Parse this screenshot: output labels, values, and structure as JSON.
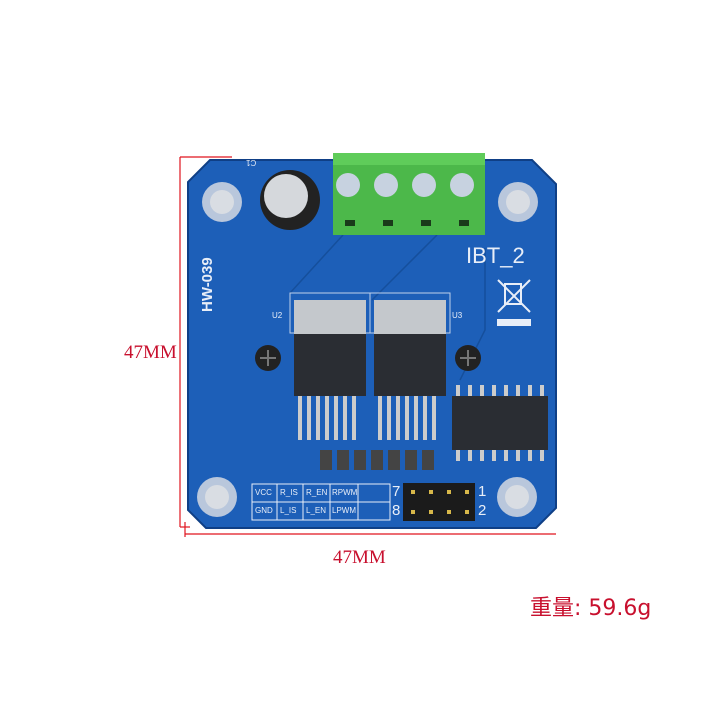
{
  "dimensions": {
    "height_label": "47MM",
    "width_label": "47MM"
  },
  "weight": {
    "label": "重量:",
    "value": "59.6g"
  },
  "board": {
    "model": "HW-039",
    "name": "IBT_2",
    "chip_labels": [
      "U2",
      "U3"
    ],
    "capacitor_label": "C1",
    "pin_table": [
      [
        "VCC",
        "R_IS",
        "R_EN",
        "RPWM"
      ],
      [
        "GND",
        "L_IS",
        "L_EN",
        "LPWM"
      ]
    ],
    "header_numbers": [
      "7",
      "8",
      "1",
      "2"
    ],
    "colors": {
      "pcb": "#1d5fb8",
      "terminal": "#4cb84a",
      "dimension_lines": "#e0141e"
    }
  }
}
